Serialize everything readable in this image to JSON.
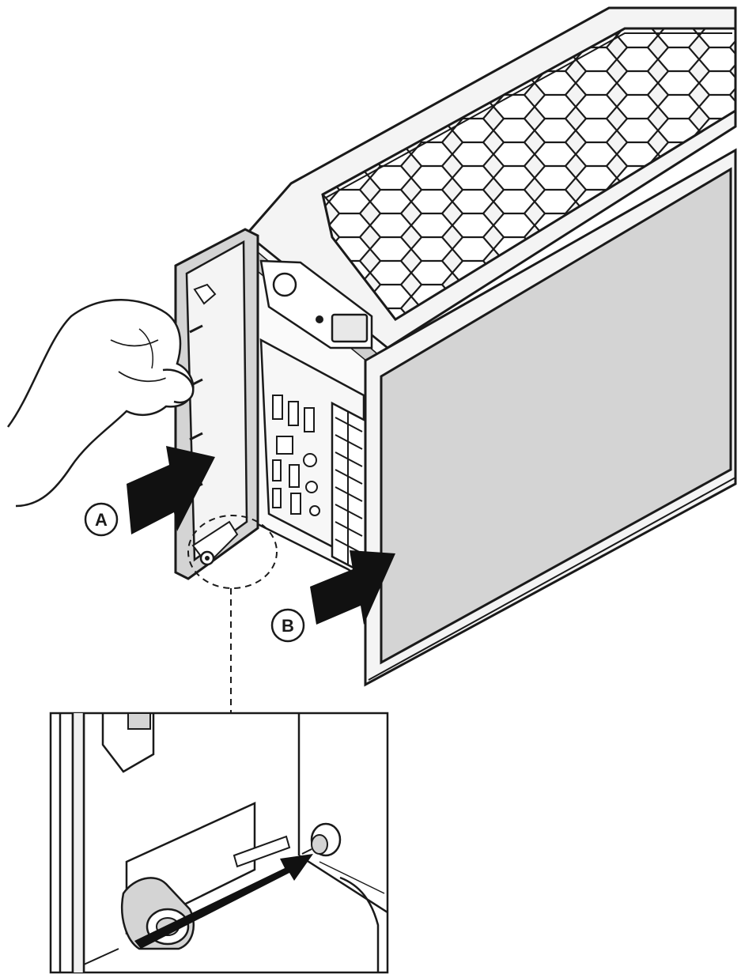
{
  "illustration": {
    "callouts": [
      {
        "id": "A",
        "label": "A"
      },
      {
        "id": "B",
        "label": "B"
      }
    ],
    "colors": {
      "line": "#1a1a1a",
      "panel_fill": "#d4d4d4",
      "metal_fill": "#f2f2f2",
      "arrow_fill": "#111111",
      "background": "#ffffff"
    },
    "icons": [
      "hand-icon",
      "push-arrow-icon",
      "hinge-pin-icon"
    ]
  }
}
